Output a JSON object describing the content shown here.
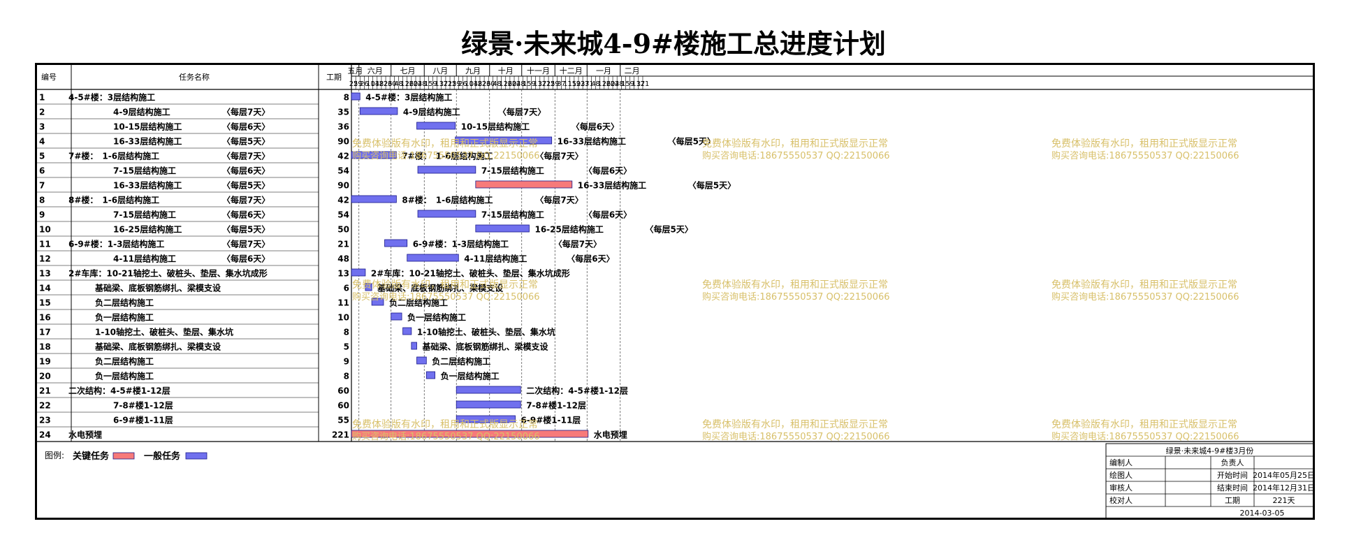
{
  "title": "绿景·未来城4-9#楼施工总进度计划",
  "header": {
    "id": "编号",
    "name": "任务名称",
    "duration": "工期"
  },
  "timeline": {
    "months": [
      "五月",
      "六月",
      "七月",
      "八月",
      "九月",
      "十月",
      "十一月",
      "十二月",
      "一月",
      "二月"
    ],
    "days": [
      "25",
      "29",
      "2",
      "6",
      "10",
      "14",
      "18",
      "22",
      "26",
      "30",
      "4",
      "8",
      "12",
      "16",
      "20",
      "24",
      "28",
      "1",
      "5",
      "9",
      "13",
      "17",
      "21",
      "25",
      "29",
      "2",
      "6",
      "10",
      "14",
      "18",
      "22",
      "26",
      "30",
      "4",
      "8",
      "12",
      "16",
      "20",
      "24",
      "28",
      "1",
      "5",
      "9",
      "13",
      "17",
      "21",
      "25",
      "29",
      "3",
      "7",
      "11",
      "15",
      "19",
      "23",
      "27",
      "31",
      "4",
      "8",
      "12",
      "16",
      "20",
      "24",
      "28",
      "1",
      "5",
      "9",
      "13",
      "17",
      "21"
    ]
  },
  "chart_data": {
    "type": "gantt",
    "title": "绿景·未来城4-9#楼施工总进度计划",
    "x_start": "2014-05-25",
    "tasks": [
      {
        "id": "1",
        "name": "4-5#楼：3层结构施工",
        "duration": 8,
        "start": "2014-05-25",
        "label": "4-5#楼：3层结构施工",
        "rate": "",
        "critical": false,
        "indent": 0
      },
      {
        "id": "2",
        "name": "4-9层结构施工　　　〈每层7天〉",
        "duration": 35,
        "start": "2014-06-02",
        "label": "4-9层结构施工",
        "rate": "〈每层7天〉",
        "critical": false,
        "indent": 2
      },
      {
        "id": "3",
        "name": "10-15层结构施工　　〈每层6天〉",
        "duration": 36,
        "start": "2014-07-25",
        "label": "10-15层结构施工",
        "rate": "〈每层6天〉",
        "critical": false,
        "indent": 2
      },
      {
        "id": "4",
        "name": "16-33层结构施工　　〈每层5天〉",
        "duration": 90,
        "start": "2014-08-30",
        "label": "16-33层结构施工",
        "rate": "〈每层5天〉",
        "critical": false,
        "indent": 2
      },
      {
        "id": "5",
        "name": "7#楼：　1-6层结构施工　　〈每层7天〉",
        "duration": 42,
        "start": "2014-05-25",
        "label": "7#楼：　1-6层结构施工",
        "rate": "〈每层7天〉",
        "critical": false,
        "indent": 0
      },
      {
        "id": "6",
        "name": "7-15层结构施工　　〈每层6天〉",
        "duration": 54,
        "start": "2014-07-26",
        "label": "7-15层结构施工",
        "rate": "〈每层6天〉",
        "critical": false,
        "indent": 2
      },
      {
        "id": "7",
        "name": "16-33层结构施工　　〈每层5天〉",
        "duration": 90,
        "start": "2014-09-18",
        "label": "16-33层结构施工",
        "rate": "〈每层5天〉",
        "critical": true,
        "indent": 2
      },
      {
        "id": "8",
        "name": "8#楼：　1-6层结构施工　　〈每层7天〉",
        "duration": 42,
        "start": "2014-05-25",
        "label": "8#楼：　1-6层结构施工",
        "rate": "〈每层7天〉",
        "critical": false,
        "indent": 0
      },
      {
        "id": "9",
        "name": "7-15层结构施工　　〈每层6天〉",
        "duration": 54,
        "start": "2014-07-26",
        "label": "7-15层结构施工",
        "rate": "〈每层6天〉",
        "critical": false,
        "indent": 2
      },
      {
        "id": "10",
        "name": "16-25层结构施工　　〈每层5天〉",
        "duration": 50,
        "start": "2014-09-18",
        "label": "16-25层结构施工",
        "rate": "〈每层5天〉",
        "critical": false,
        "indent": 2
      },
      {
        "id": "11",
        "name": "6-9#楼：1-3层结构施工　　〈每层7天〉",
        "duration": 21,
        "start": "2014-06-25",
        "label": "6-9#楼：1-3层结构施工",
        "rate": "〈每层7天〉",
        "critical": false,
        "indent": 0
      },
      {
        "id": "12",
        "name": "4-11层结构施工　　〈每层6天〉",
        "duration": 48,
        "start": "2014-07-16",
        "label": "4-11层结构施工",
        "rate": "〈每层6天〉",
        "critical": false,
        "indent": 2
      },
      {
        "id": "13",
        "name": "2#车库：10-21轴挖土、破桩头、垫层、集水坑成形",
        "duration": 13,
        "start": "2014-05-25",
        "label": "2#车库：10-21轴挖土、破桩头、垫层、集水坑成形",
        "rate": "",
        "critical": false,
        "indent": 0
      },
      {
        "id": "14",
        "name": "基础梁、底板钢筋绑扎、梁模支设",
        "duration": 6,
        "start": "2014-06-07",
        "label": "基础梁、底板钢筋绑扎、梁模支设",
        "rate": "",
        "critical": false,
        "indent": 1
      },
      {
        "id": "15",
        "name": "负二层结构施工",
        "duration": 11,
        "start": "2014-06-13",
        "label": "负二层结构施工",
        "rate": "",
        "critical": false,
        "indent": 1
      },
      {
        "id": "16",
        "name": "负一层结构施工",
        "duration": 10,
        "start": "2014-07-01",
        "label": "负一层结构施工",
        "rate": "",
        "critical": false,
        "indent": 1
      },
      {
        "id": "17",
        "name": "1-10轴挖土、破桩头、垫层、集水坑",
        "duration": 8,
        "start": "2014-07-12",
        "label": "1-10轴挖土、破桩头、垫层、集水坑",
        "rate": "",
        "critical": false,
        "indent": 1
      },
      {
        "id": "18",
        "name": "基础梁、底板钢筋绑扎、梁模支设",
        "duration": 5,
        "start": "2014-07-20",
        "label": "基础梁、底板钢筋绑扎、梁模支设",
        "rate": "",
        "critical": false,
        "indent": 1
      },
      {
        "id": "19",
        "name": "负二层结构施工",
        "duration": 9,
        "start": "2014-07-25",
        "label": "负二层结构施工",
        "rate": "",
        "critical": false,
        "indent": 1
      },
      {
        "id": "20",
        "name": "负一层结构施工",
        "duration": 8,
        "start": "2014-08-03",
        "label": "负一层结构施工",
        "rate": "",
        "critical": false,
        "indent": 1
      },
      {
        "id": "21",
        "name": "二次结构：4-5#楼1-12层",
        "duration": 60,
        "start": "2014-08-31",
        "label": "二次结构：4-5#楼1-12层",
        "rate": "",
        "critical": false,
        "indent": 0
      },
      {
        "id": "22",
        "name": "7-8#楼1-12层",
        "duration": 60,
        "start": "2014-08-31",
        "label": "7-8#楼1-12层",
        "rate": "",
        "critical": false,
        "indent": 2
      },
      {
        "id": "23",
        "name": "6-9#楼1-11层",
        "duration": 55,
        "start": "2014-08-31",
        "label": "6-9#楼1-11层",
        "rate": "",
        "critical": false,
        "indent": 2
      },
      {
        "id": "24",
        "name": "水电预埋",
        "duration": 221,
        "start": "2014-05-25",
        "label": "水电预埋",
        "rate": "",
        "critical": true,
        "indent": 0
      }
    ]
  },
  "legend": {
    "label": "图例:",
    "critical": "关键任务",
    "normal": "一般任务"
  },
  "colors": {
    "critical": "#f77a7a",
    "normal": "#7070ee",
    "bar_border": "#1a1a8a",
    "watermark": "#d8c06a"
  },
  "info_box": {
    "title": "绿景·未来城4-9#楼3月份",
    "rows": [
      [
        "编制人",
        "",
        "负责人",
        ""
      ],
      [
        "绘图人",
        "",
        "开始时间",
        "2014年05月25日"
      ],
      [
        "审核人",
        "",
        "结束时间",
        "2014年12月31日"
      ],
      [
        "校对人",
        "",
        "工期",
        "221天"
      ]
    ],
    "date": "2014-03-05"
  },
  "watermark": {
    "line1": "免费体验版有水印，租用和正式版显示正常",
    "line2": "购买咨询电话:18675550537 QQ:22150066"
  }
}
